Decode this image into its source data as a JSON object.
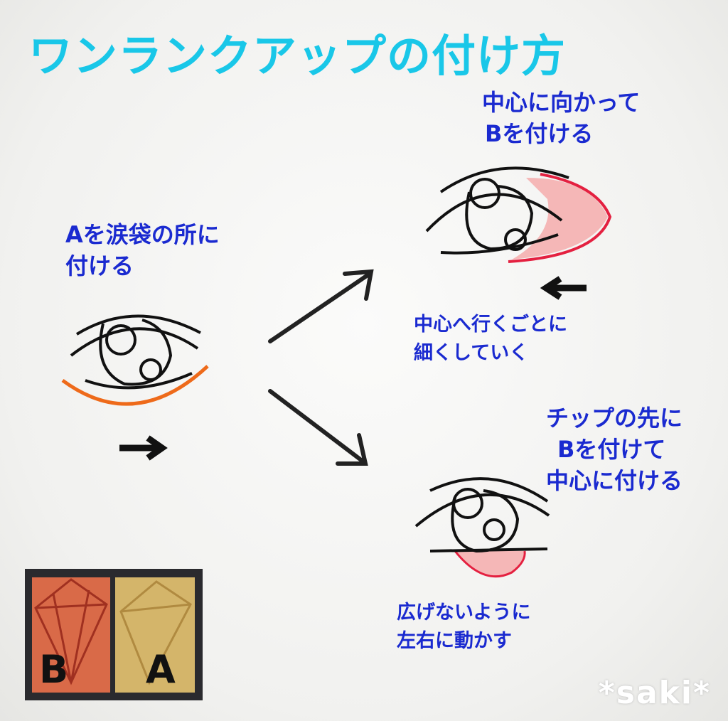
{
  "title": "ワンランクアップの付け方",
  "step1": {
    "line1": "Aを涙袋の所に",
    "line2": "付ける"
  },
  "step2": {
    "line1": "中心に向かって",
    "line2": "Bを付ける",
    "sub1": "中心へ行くごとに",
    "sub2": "細くしていく"
  },
  "step3": {
    "line1": "チップの先に",
    "line2": "Bを付けて",
    "line3": "中心に付ける",
    "sub1": "広げないように",
    "sub2": "左右に動かす"
  },
  "palette": {
    "left": "B",
    "right": "A"
  },
  "watermark": "*saki*",
  "colors": {
    "title": "#19c7e8",
    "text": "#1a2ad0",
    "shadow_a": "#e8a050",
    "shadow_b": "#f08080"
  }
}
